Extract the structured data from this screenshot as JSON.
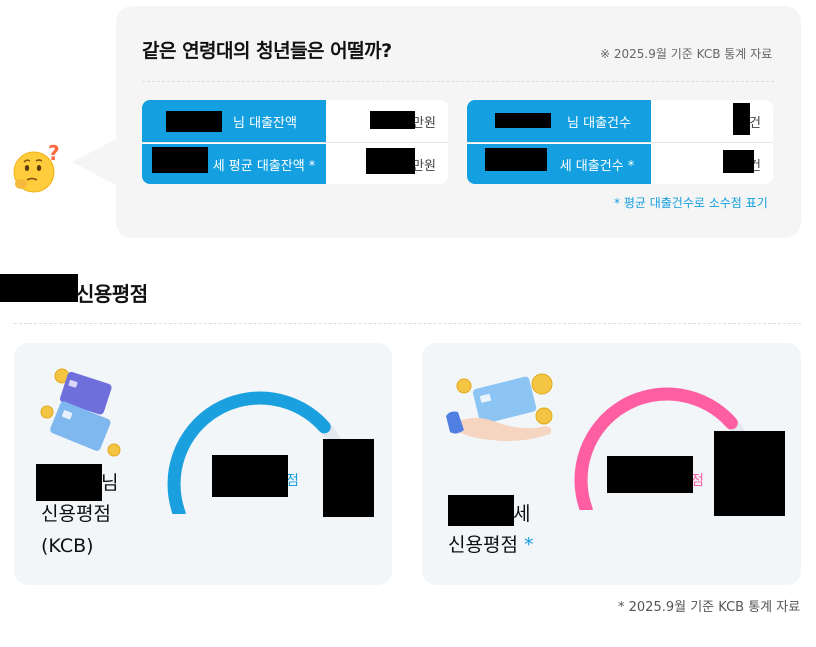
{
  "comparison": {
    "title": "같은 연령대의 청년들은 어떨까?",
    "source": "※ 2025.9월 기준 KCB 통계 자료",
    "note": "* 평균 대출건수로 소수점 표기",
    "left_table": {
      "row1_label": "님 대출잔액",
      "row1_unit": "만원",
      "row2_label": "세 평균 대출잔액 *",
      "row2_unit": "만원"
    },
    "right_table": {
      "row1_label": "님 대출건수",
      "row1_unit": "건",
      "row2_label": "세 대출건수 *",
      "row2_unit": "건"
    }
  },
  "credit_section": {
    "title": "신용평점",
    "my_score": {
      "label_suffix": "님",
      "line2": "신용평점",
      "line3": "(KCB)",
      "unit": "점",
      "gauge_color": "#1aa0df",
      "level": 0.72
    },
    "age_score": {
      "label_suffix": "세",
      "line2": "신용평점",
      "asterisk": "*",
      "unit": "점",
      "gauge_color": "#ff5fa2",
      "level": 0.72
    },
    "source": "* 2025.9월 기준 KCB 통계 자료"
  },
  "icons": {
    "thinking": "thinking-face-icon",
    "cards": "credit-cards-icon",
    "hand_card": "hand-holding-card-icon"
  }
}
